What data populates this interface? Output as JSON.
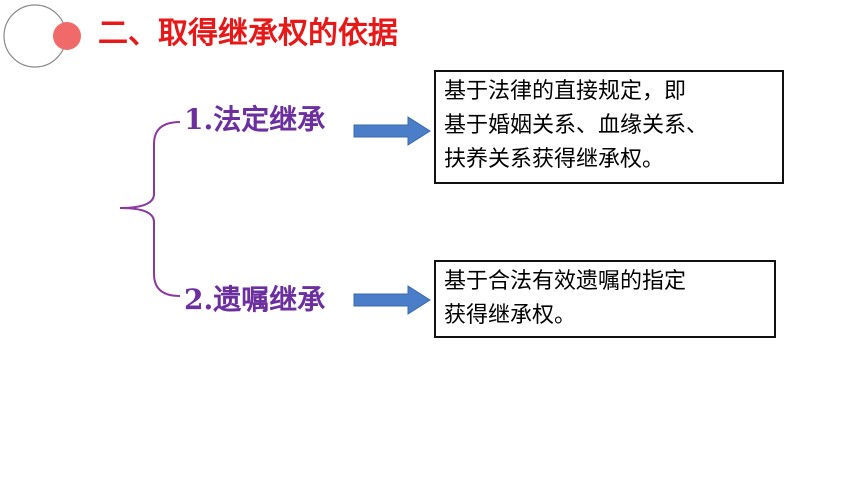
{
  "header": {
    "title": "二、取得继承权的依据",
    "accent_color": "#e81818"
  },
  "branches": [
    {
      "label": "1.法定继承",
      "description_lines": [
        "基于法律的直接规定，即",
        "基于婚姻关系、血缘关系、",
        "扶养关系获得继承权。"
      ]
    },
    {
      "label": "2.遗嘱继承",
      "description_lines": [
        "基于合法有效遗嘱的指定",
        "获得继承权。"
      ]
    }
  ],
  "colors": {
    "branch_text": "#6b2fa0",
    "arrow_fill": "#4a7ec9",
    "brace_stroke": "#8a3a9c"
  }
}
